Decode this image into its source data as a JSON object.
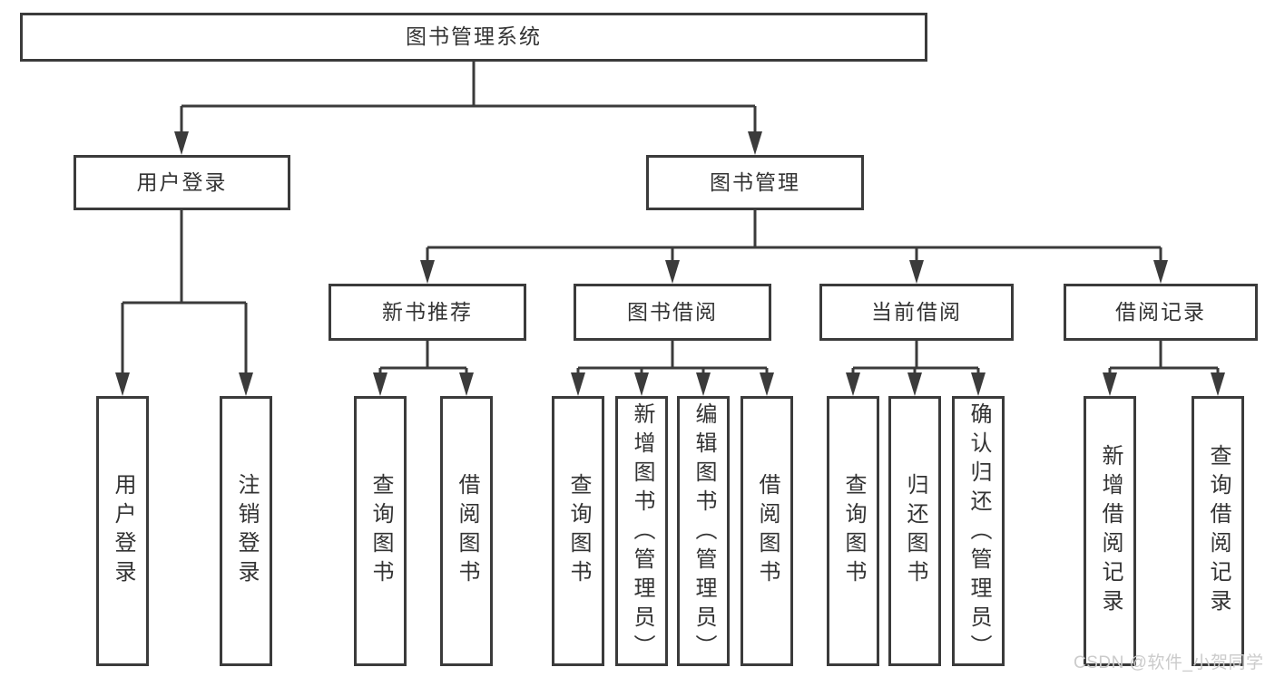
{
  "diagram": {
    "type": "tree",
    "root": {
      "label": "图书管理系统"
    },
    "branches": [
      {
        "label": "用户登录",
        "children": [
          {
            "label": "用户登录"
          },
          {
            "label": "注销登录"
          }
        ]
      },
      {
        "label": "图书管理",
        "children": [
          {
            "label": "新书推荐",
            "children": [
              {
                "label": "查询图书"
              },
              {
                "label": "借阅图书"
              }
            ]
          },
          {
            "label": "图书借阅",
            "children": [
              {
                "label": "查询图书"
              },
              {
                "label": "新增图书（管理员）"
              },
              {
                "label": "编辑图书（管理员）"
              },
              {
                "label": "借阅图书"
              }
            ]
          },
          {
            "label": "当前借阅",
            "children": [
              {
                "label": "查询图书"
              },
              {
                "label": "归还图书"
              },
              {
                "label": "确认归还（管理员）"
              }
            ]
          },
          {
            "label": "借阅记录",
            "children": [
              {
                "label": "新增借阅记录"
              },
              {
                "label": "查询借阅记录"
              }
            ]
          }
        ]
      }
    ]
  },
  "watermark": {
    "text": "CSDN @软件_小贺同学"
  },
  "colors": {
    "line": "#3b3b3b",
    "text": "#333333",
    "background": "#ffffff",
    "watermark": "#cbcbcb"
  }
}
